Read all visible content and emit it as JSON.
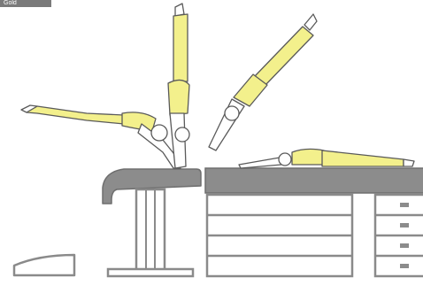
{
  "header": {
    "tag_label": "Gold"
  },
  "colors": {
    "figure_fill": "#f3f08c",
    "skin_fill": "#ffffff",
    "outline": "#5a5a5a",
    "apparatus_top": "#8c8c8c",
    "apparatus_line": "#8a8a8a",
    "background": "#ffffff"
  },
  "figures": [
    {
      "name": "gymnast-horizontal-approach",
      "pose": "horizontal"
    },
    {
      "name": "gymnast-handstand",
      "pose": "vertical"
    },
    {
      "name": "gymnast-diagonal-push-off",
      "pose": "diagonal"
    },
    {
      "name": "gymnast-landing-on-mat",
      "pose": "prone"
    }
  ],
  "apparatus": [
    {
      "name": "springboard"
    },
    {
      "name": "vaulting-table"
    },
    {
      "name": "landing-mat-stack"
    },
    {
      "name": "stacked-box-drawers"
    }
  ]
}
